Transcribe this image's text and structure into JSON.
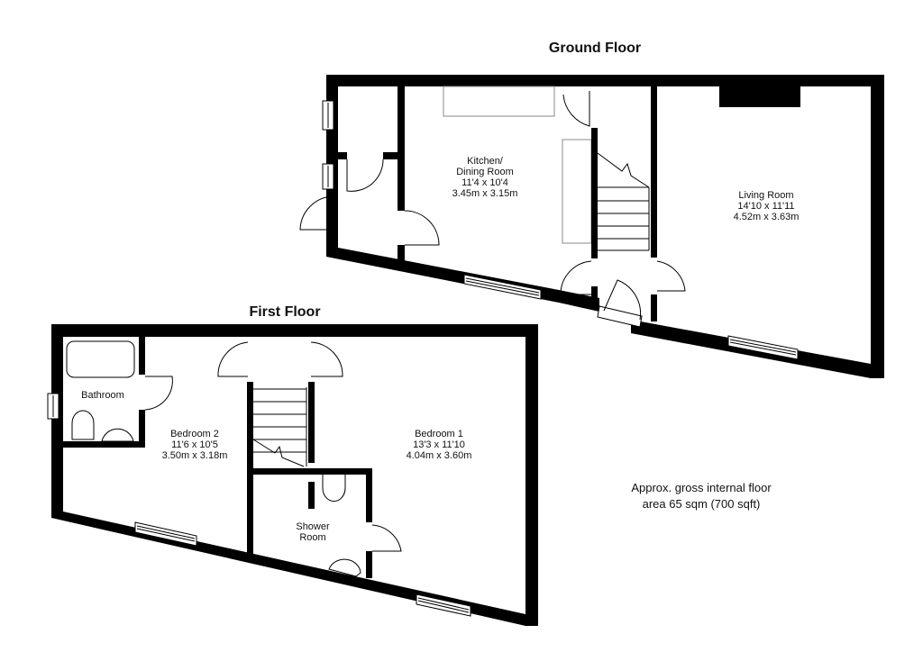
{
  "floors": {
    "ground": {
      "title": "Ground Floor",
      "rooms": [
        {
          "name_line1": "Kitchen/",
          "name_line2": "Dining Room",
          "imperial": "11'4 x 10'4",
          "metric": "3.45m x 3.15m"
        },
        {
          "name_line1": "Living Room",
          "name_line2": "",
          "imperial": "14'10 x 11'11",
          "metric": "4.52m x 3.63m"
        }
      ]
    },
    "first": {
      "title": "First Floor",
      "rooms": [
        {
          "name_line1": "Bathroom",
          "name_line2": "",
          "imperial": "",
          "metric": ""
        },
        {
          "name_line1": "Bedroom 2",
          "name_line2": "",
          "imperial": "11'6 x 10'5",
          "metric": "3.50m x 3.18m"
        },
        {
          "name_line1": "Bedroom 1",
          "name_line2": "",
          "imperial": "13'3 x 11'10",
          "metric": "4.04m x 3.60m"
        },
        {
          "name_line1": "Shower",
          "name_line2": "Room",
          "imperial": "",
          "metric": ""
        }
      ]
    }
  },
  "area_note": {
    "line1": "Approx. gross internal floor",
    "line2": "area 65 sqm (700 sqft)"
  },
  "colors": {
    "wall": "#000000",
    "fixture_line": "#000000",
    "worktop_line": "#888888",
    "background": "#ffffff"
  }
}
